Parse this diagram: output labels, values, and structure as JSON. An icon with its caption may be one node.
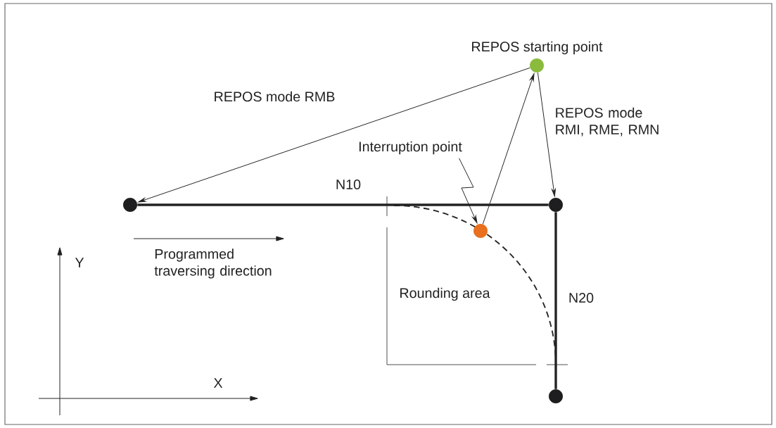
{
  "diagram": {
    "nodes": [
      {
        "text": [],
        "shape": "circle",
        "beside": [
          "REPOS starting point"
        ]
      },
      {
        "text": [],
        "shape": "circle"
      },
      {
        "text": [],
        "shape": "circle"
      },
      {
        "text": [],
        "shape": "circle"
      },
      {
        "text": [],
        "shape": "circle"
      },
      {
        "text": [
          "Interruption point"
        ]
      }
    ],
    "edges": [
      {
        "from": 0,
        "to": 1,
        "arrow": "to",
        "label": "REPOS mode RMB"
      },
      {
        "from": 4,
        "to": 0,
        "arrow": "to"
      },
      {
        "from": 0,
        "to": 2,
        "arrow": "to",
        "label": "REPOS mode RMI, RME, RMN"
      },
      {
        "from": 1,
        "to": 2,
        "arrow": "none",
        "label": "N10",
        "style": "thick"
      },
      {
        "from": 2,
        "to": 3,
        "arrow": "none",
        "label": "N20",
        "style": "thick"
      },
      {
        "from": 5,
        "to": 4,
        "arrow": "to"
      }
    ],
    "labels": [
      "Programmed traversing direction",
      "Y",
      "Rounding area",
      "X"
    ]
  }
}
